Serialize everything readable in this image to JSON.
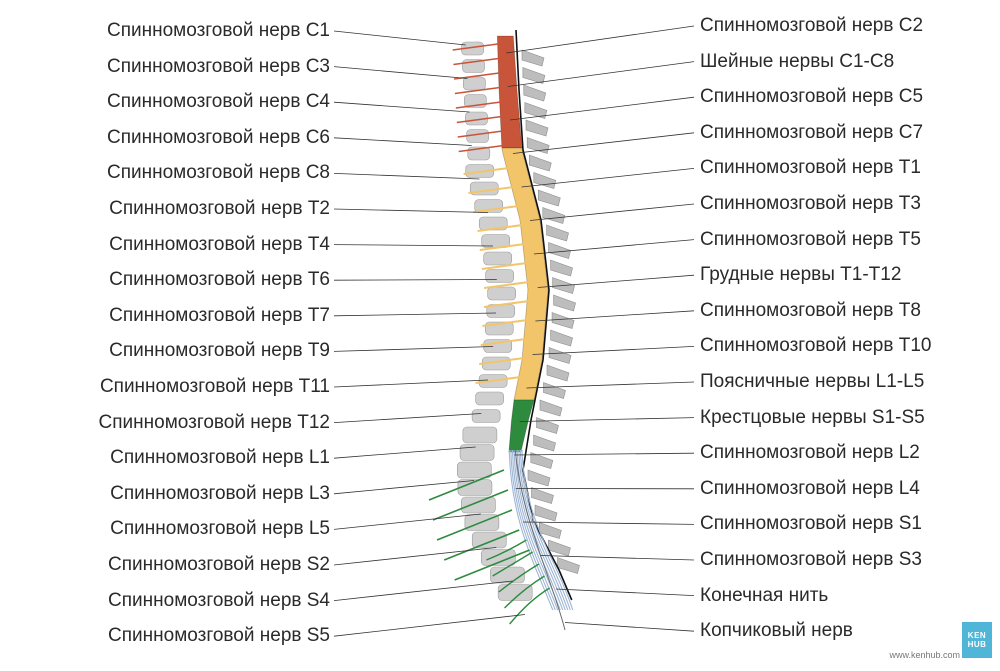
{
  "labels_left": [
    "Спинномозговой нерв C1",
    "Спинномозговой нерв C3",
    "Спинномозговой нерв C4",
    "Спинномозговой нерв C6",
    "Спинномозговой нерв C8",
    "Спинномозговой нерв T2",
    "Спинномозговой нерв T4",
    "Спинномозговой нерв T6",
    "Спинномозговой нерв T7",
    "Спинномозговой нерв T9",
    "Спинномозговой нерв T11",
    "Спинномозговой нерв T12",
    "Спинномозговой нерв L1",
    "Спинномозговой нерв L3",
    "Спинномозговой нерв L5",
    "Спинномозговой нерв S2",
    "Спинномозговой нерв S4",
    "Спинномозговой нерв S5"
  ],
  "labels_right": [
    "Спинномозговой нерв C2",
    "Шейные нервы C1-C8",
    "Спинномозговой нерв C5",
    "Спинномозговой нерв C7",
    "Спинномозговой нерв T1",
    "Спинномозговой нерв T3",
    "Спинномозговой нерв T5",
    "Грудные нервы T1-T12",
    "Спинномозговой нерв T8",
    "Спинномозговой нерв T10",
    "Поясничные нервы L1-L5",
    "Крестцовые нервы S1-S5",
    "Спинномозговой нерв L2",
    "Спинномозговой нерв L4",
    "Спинномозговой нерв S1",
    "Спинномозговой нерв S3",
    "Конечная нить",
    "Копчиковый нерв"
  ],
  "logo": {
    "line1": "KEN",
    "line2": "HUB"
  },
  "site": "www.kenhub.com",
  "colors": {
    "cervical": "#c8553a",
    "thoracic": "#f2c56b",
    "lumbar": "#2e8b3e",
    "sacral": "#9eb6d6",
    "bone": "#cfcfcf",
    "text": "#2a2a2a",
    "logo": "#4fb6d8"
  }
}
